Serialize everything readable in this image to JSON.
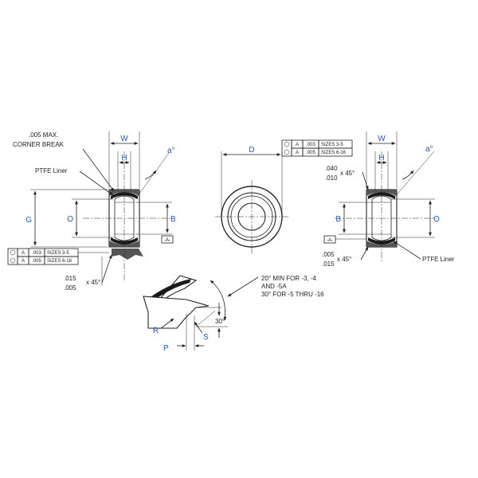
{
  "left_view": {
    "corner_break_note": [
      ".005 MAX.",
      "CORNER BREAK"
    ],
    "liner_label": "PTFE Liner",
    "dims": {
      "W": "W",
      "H": "H",
      "a": "a°",
      "G": "G",
      "O": "O",
      "B": "B"
    },
    "datum": "-A-",
    "chamfer": [
      ".015",
      ".005",
      "x 45°"
    ],
    "tolerance_table": [
      {
        "datum": "A",
        "value": ".003",
        "sizes": "SIZES 3-5"
      },
      {
        "datum": "A",
        "value": ".005",
        "sizes": "SIZES 6-16"
      }
    ]
  },
  "center_view": {
    "dim_D": "D",
    "tolerance_table": [
      {
        "datum": "A",
        "value": ".003",
        "sizes": "SIZES 3-5"
      },
      {
        "datum": "A",
        "value": ".005",
        "sizes": "SIZES 6-16"
      }
    ]
  },
  "right_view": {
    "liner_label": "PTFE Liner",
    "dims": {
      "W": "W",
      "H": "H",
      "a": "a°",
      "B": "B",
      "O": "O"
    },
    "datum": "-A-",
    "chamfer_top": [
      ".040",
      ".010",
      "x 45°"
    ],
    "chamfer_bottom": [
      ".005",
      ".015",
      "x 45°"
    ]
  },
  "detail_view": {
    "angle_note": [
      "20° MIN FOR -3, -4",
      "AND -5A",
      "30° FOR -5 THRU -16"
    ],
    "angle": "30°",
    "R": "R",
    "P": "P",
    "S": "S"
  }
}
